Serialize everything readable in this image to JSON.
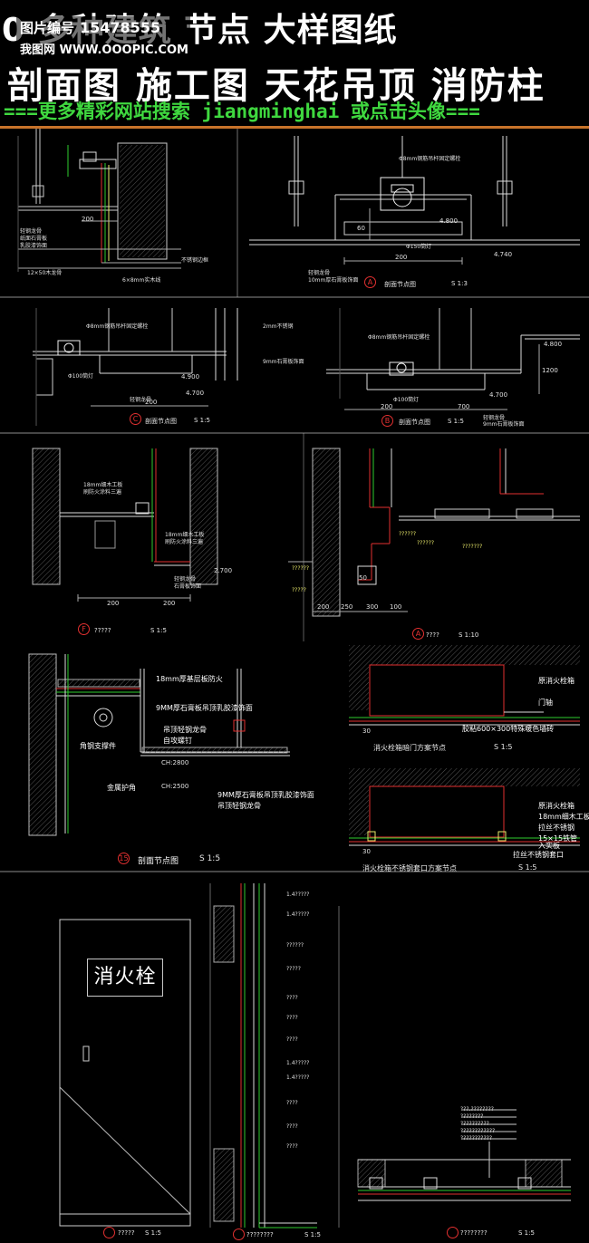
{
  "banner": {
    "line1": "0 多种建筑 节点 大样图纸",
    "line2": "剖面图 施工图 天花吊顶 消防柱",
    "line3": "===更多精彩网站搜索 jiangminghai 或点击头像===",
    "watermark_id_label": "图片编号",
    "watermark_id": "15478555",
    "watermark_site": "我图网 WWW.OOOPIC.COM"
  },
  "colors": {
    "background": "#000000",
    "banner_border": "#c8732a",
    "highlight_text": "#3fd83f",
    "section_mark": "#e23030",
    "leader_green": "#2ecc2e",
    "leader_red": "#e23030",
    "leader_yellow": "#e8e86a"
  },
  "drawings": {
    "topleft": {
      "dims": [
        "200",
        "12×50木龙骨",
        "6×8mm实木线"
      ],
      "labels": [
        "轻钢龙骨",
        "纸面石膏板",
        "乳胶漆饰面",
        "不锈钢边框"
      ]
    },
    "topright": {
      "caption": "剖面节点图",
      "marker": "A",
      "scale": "S 1:3",
      "dims": [
        "200",
        "60",
        "4.800",
        "4.740"
      ],
      "labels": [
        "Φ8mm钢筋吊杆固定螺栓",
        "Φ150筒灯",
        "轻钢龙骨",
        "10mm厚石膏板饰面"
      ]
    },
    "mid_left": {
      "caption": "剖面节点图",
      "marker": "C",
      "scale": "S 1:5",
      "dims": [
        "200",
        "4.900",
        "4.700"
      ],
      "labels": [
        "Φ8mm钢筋吊杆固定螺栓",
        "2mm不锈钢",
        "Φ100筒灯",
        "轻钢龙骨",
        "9mm石膏板饰面"
      ]
    },
    "mid_right": {
      "caption": "剖面节点图",
      "marker": "B",
      "scale": "S 1:5",
      "dims": [
        "200",
        "700",
        "4.800",
        "4.700",
        "1200"
      ],
      "labels": [
        "Φ8mm钢筋吊杆固定螺栓",
        "Φ100筒灯",
        "轻钢龙骨",
        "9mm石膏板饰面"
      ]
    },
    "row3_left": {
      "caption": "?????",
      "marker": "F",
      "scale": "S 1:5",
      "dims": [
        "200",
        "200",
        "2.700"
      ],
      "labels": [
        "18mm细木工板",
        "刷防火涂料三遍",
        "18mm细木工板",
        "刷防火涂料三遍",
        "轻钢龙骨",
        "石膏板饰面"
      ]
    },
    "row3_right": {
      "caption": "????",
      "marker": "A",
      "scale": "S 1:10",
      "dims": [
        "200",
        "250",
        "300",
        "100",
        "50"
      ],
      "labels": [
        "??????",
        "??????",
        "???????",
        "??????",
        "?????"
      ]
    },
    "row4_left": {
      "caption": "剖面节点图",
      "marker": "15",
      "scale": "S 1:5",
      "labels": [
        "18mm厚基层板防火",
        "9MM厚石膏板吊顶乳胶漆饰面",
        "吊顶轻钢龙骨",
        "自攻螺钉",
        "金属护角",
        "9MM厚石膏板吊顶乳胶漆饰面",
        "吊顶轻钢龙骨",
        "角钢支撑件"
      ],
      "dims": [
        "CH:2800",
        "CH:2500"
      ]
    },
    "row4_right_top": {
      "caption": "消火栓箱暗门方案节点",
      "scale": "S 1:5",
      "labels": [
        "原消火栓箱",
        "门轴",
        "胶粘600×300特殊暖色墙砖"
      ],
      "dims": [
        "30"
      ]
    },
    "row4_right_bottom": {
      "caption": "消火栓箱不锈钢套口方案节点",
      "scale": "S 1:5",
      "labels": [
        "原消火栓箱",
        "18mm细木工板",
        "拉丝不锈钢",
        "15×15铁管",
        "入实板",
        "拉丝不锈钢套口"
      ],
      "dims": [
        "30"
      ]
    },
    "row5_left": {
      "sign_text": "消火栓",
      "caption": "?????",
      "scale": "S 1:5"
    },
    "row5_mid": {
      "caption": "????????",
      "scale": "S 1:5",
      "tags": [
        "1.4?????",
        "1.4?????",
        "??????",
        "?????",
        "????",
        "????",
        "????",
        "1.4?????",
        "1.4?????",
        "????",
        "????",
        "????"
      ]
    },
    "row5_right": {
      "caption": "????????",
      "scale": "S 1:5",
      "tags": [
        "???.????????",
        "????????",
        "??????????",
        "????????????",
        "???????????"
      ]
    }
  }
}
